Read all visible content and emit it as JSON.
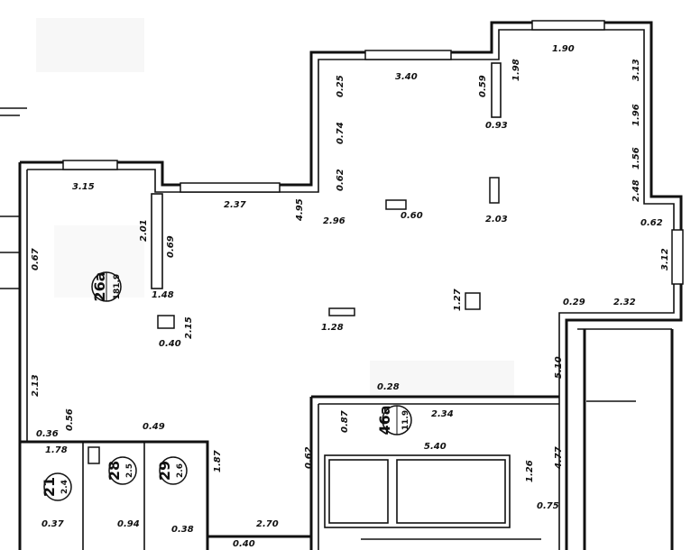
{
  "rooms": {
    "r26": {
      "num": "26a",
      "area": "181.9"
    },
    "r46": {
      "num": "46a",
      "area": "11.9"
    },
    "r21": {
      "num": "21",
      "area": "2.4"
    },
    "r28": {
      "num": "28",
      "area": "2.5"
    },
    "r29": {
      "num": "29",
      "area": "2.6"
    }
  },
  "dims": {
    "d1": "3.15",
    "d2": "2.37",
    "d3": "3.40",
    "d4": "1.90",
    "d5": "0.28",
    "d6": "2.70",
    "d7": "5.40",
    "d8": "2.34",
    "d9": "0.93",
    "d10": "2.03",
    "d11": "0.60",
    "d12": "1.28",
    "d13": "1.48",
    "d14": "0.40",
    "d15": "0.29",
    "d16": "2.32",
    "d17": "0.62",
    "d18": "0.75",
    "d19": "0.36",
    "d20": "0.49",
    "d21": "1.78",
    "d22": "0.94",
    "d23": "0.38",
    "d24": "0.40",
    "d25": "0.37",
    "d26": "4.95",
    "d27": "2.96",
    "d28": "0.67",
    "d29": "2.01",
    "d30": "0.69",
    "d31": "0.25",
    "d32": "0.74",
    "d33": "0.62",
    "d34": "3.13",
    "d35": "1.96",
    "d36": "1.56",
    "d37": "2.48",
    "d38": "3.12",
    "d39": "5.10",
    "d40": "4.77",
    "d41": "1.26",
    "d42": "0.87",
    "d43": "0.62",
    "d44": "0.59",
    "d45": "1.98",
    "d46": "2.13",
    "d47": "0.56",
    "d48": "1.87",
    "d49": "2.15",
    "d50": "1.27"
  }
}
